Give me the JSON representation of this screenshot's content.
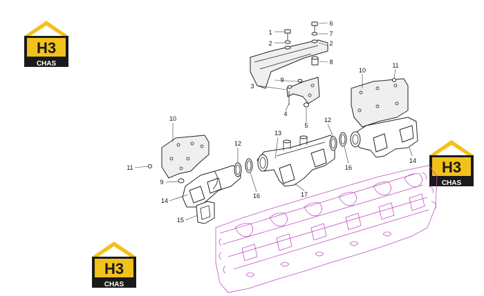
{
  "brand": {
    "mark": "H3",
    "wordmark": "CHAS",
    "colors": {
      "yellow": "#f2c21b",
      "black": "#1a1a1a",
      "white": "#ffffff"
    }
  },
  "callouts": [
    {
      "id": "c1",
      "label": "1"
    },
    {
      "id": "c2a",
      "label": "2"
    },
    {
      "id": "c2b",
      "label": "2"
    },
    {
      "id": "c3",
      "label": "3"
    },
    {
      "id": "c4",
      "label": "4"
    },
    {
      "id": "c5",
      "label": "5"
    },
    {
      "id": "c6",
      "label": "6"
    },
    {
      "id": "c7",
      "label": "7"
    },
    {
      "id": "c8",
      "label": "8"
    },
    {
      "id": "c9a",
      "label": "9"
    },
    {
      "id": "c9b",
      "label": "9"
    },
    {
      "id": "c10a",
      "label": "10"
    },
    {
      "id": "c10b",
      "label": "10"
    },
    {
      "id": "c11a",
      "label": "11"
    },
    {
      "id": "c11b",
      "label": "11"
    },
    {
      "id": "c12a",
      "label": "12"
    },
    {
      "id": "c12b",
      "label": "12"
    },
    {
      "id": "c13",
      "label": "13"
    },
    {
      "id": "c14a",
      "label": "14"
    },
    {
      "id": "c14b",
      "label": "14"
    },
    {
      "id": "c15",
      "label": "15"
    },
    {
      "id": "c16a",
      "label": "16"
    },
    {
      "id": "c16b",
      "label": "16"
    },
    {
      "id": "c17",
      "label": "17"
    }
  ],
  "colors": {
    "line": "#222222",
    "engine": "#c04ec0"
  }
}
